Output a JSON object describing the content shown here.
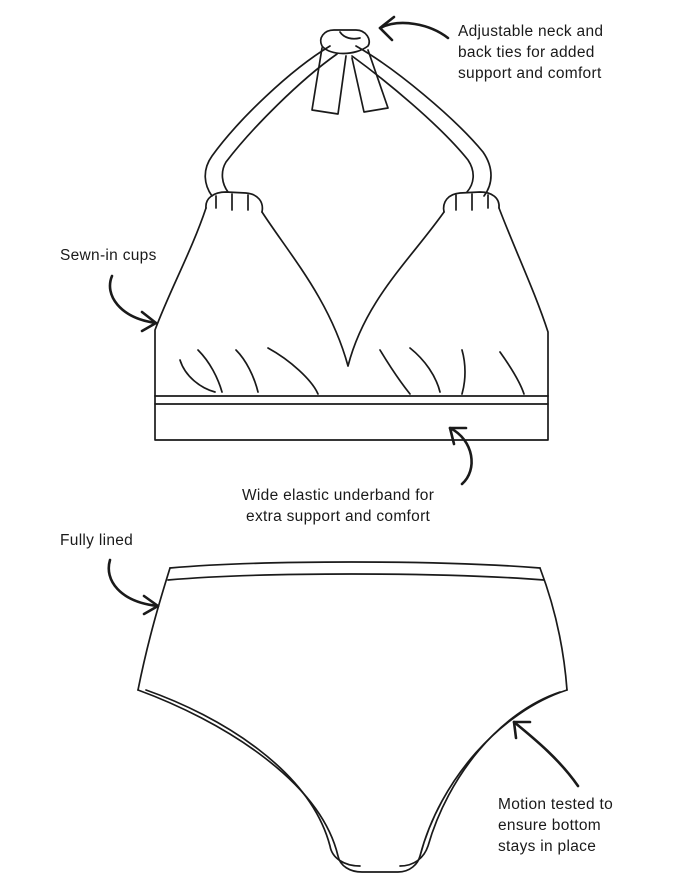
{
  "callouts": {
    "neck_ties": [
      "Adjustable neck and",
      "back ties for added",
      "support and comfort"
    ],
    "sewn_cups": [
      "Sewn-in cups"
    ],
    "underband": [
      "Wide elastic underband for",
      "extra support and comfort"
    ],
    "fully_lined": [
      "Fully lined"
    ],
    "motion_tested": [
      "Motion tested to",
      "ensure bottom",
      "stays in place"
    ]
  },
  "icons": [
    "curved-arrow-icon"
  ],
  "colors": {
    "line": "#1a1a1a",
    "background": "#ffffff"
  }
}
